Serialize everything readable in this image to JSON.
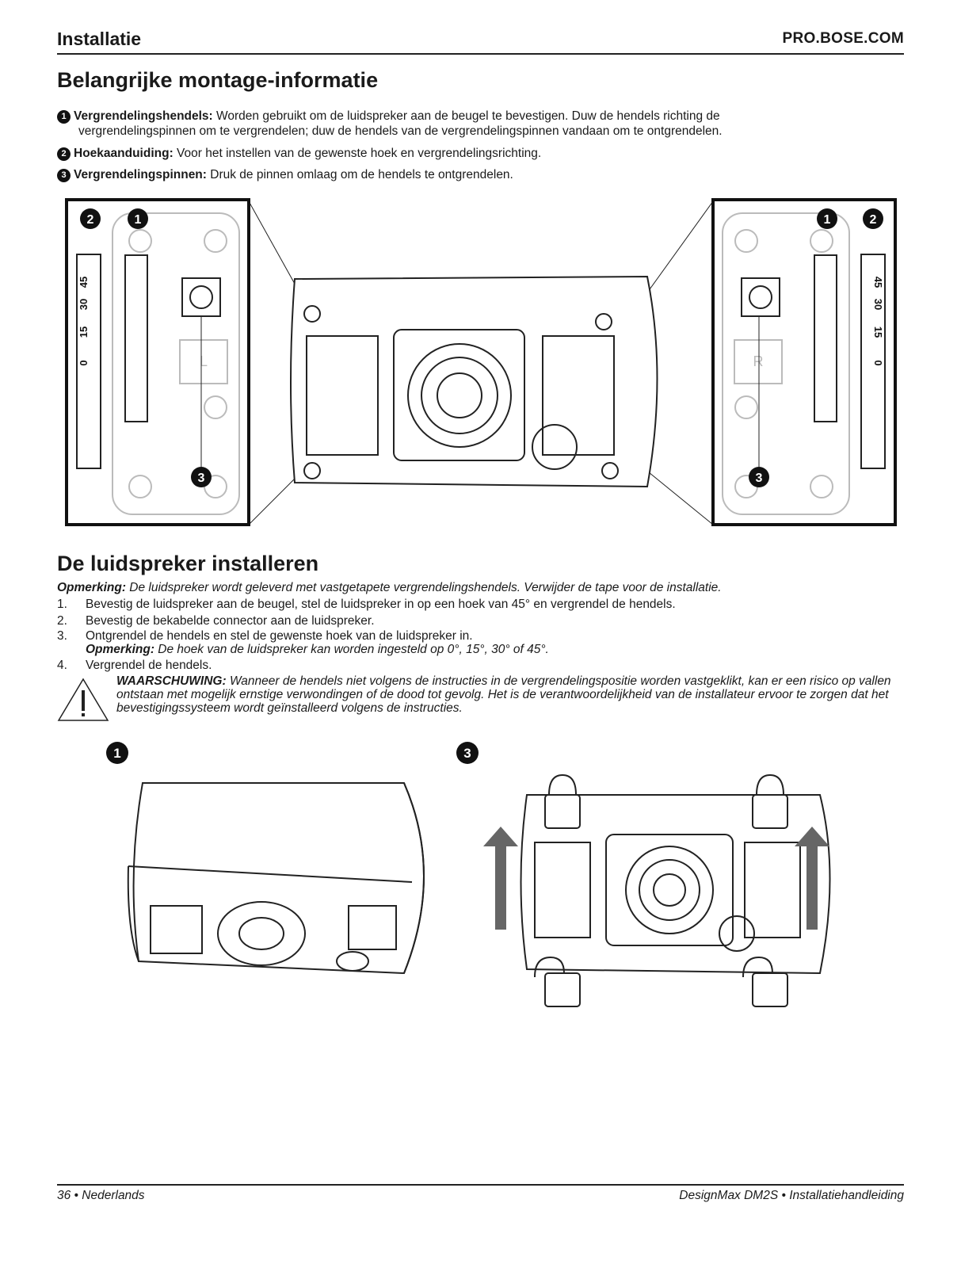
{
  "header": {
    "section": "Installatie",
    "site": "PRO.BOSE.COM"
  },
  "info": {
    "title": "Belangrijke montage-informatie",
    "items": [
      {
        "num": "1",
        "term": "Vergrendelingshendels:",
        "text": "Worden gebruikt om de luidspreker aan de beugel te bevestigen. Duw de hendels richting de",
        "text2": "vergrendelingspinnen om te vergrendelen; duw de hendels van de vergrendelingspinnen vandaan om te ontgrendelen."
      },
      {
        "num": "2",
        "term": "Hoekaanduiding:",
        "text": "Voor het instellen van de gewenste hoek en vergrendelingsrichting."
      },
      {
        "num": "3",
        "term": "Vergrendelingspinnen:",
        "text": "Druk de pinnen omlaag om de hendels te ontgrendelen."
      }
    ]
  },
  "figure1": {
    "callouts": [
      "1",
      "2",
      "3"
    ],
    "angles": [
      "45",
      "30",
      "15",
      "0"
    ],
    "left_letter": "L",
    "right_letter": "R"
  },
  "install": {
    "title": "De luidspreker installeren",
    "note_label": "Opmerking:",
    "note": "De luidspreker wordt geleverd met vastgetapete vergrendelingshendels. Verwijder de tape voor de installatie.",
    "steps": [
      {
        "n": "1.",
        "text": "Bevestig de luidspreker aan de beugel, stel de luidspreker in op een hoek van 45° en vergrendel de hendels."
      },
      {
        "n": "2.",
        "text": "Bevestig de bekabelde connector aan de luidspreker."
      },
      {
        "n": "3.",
        "text": "Ontgrendel de hendels en stel de gewenste hoek van de luidspreker in.",
        "sub_label": "Opmerking:",
        "sub": "De hoek van de luidspreker kan worden ingesteld op 0°, 15°, 30° of 45°."
      },
      {
        "n": "4.",
        "text": "Vergrendel de hendels."
      }
    ],
    "warning_label": "WAARSCHUWING:",
    "warning": "Wanneer de hendels niet volgens de instructies in de vergrendelingspositie worden vastgeklikt, kan er een risico op vallen ontstaan met mogelijk ernstige verwondingen of de dood tot gevolg. Het is de verantwoordelijkheid van de installateur ervoor te zorgen dat het bevestigingssysteem wordt geïnstalleerd volgens de instructies.",
    "figure_callouts": [
      "1",
      "3"
    ]
  },
  "footer": {
    "left": "36 • Nederlands",
    "right": "DesignMax DM2S • Installatiehandleiding"
  }
}
